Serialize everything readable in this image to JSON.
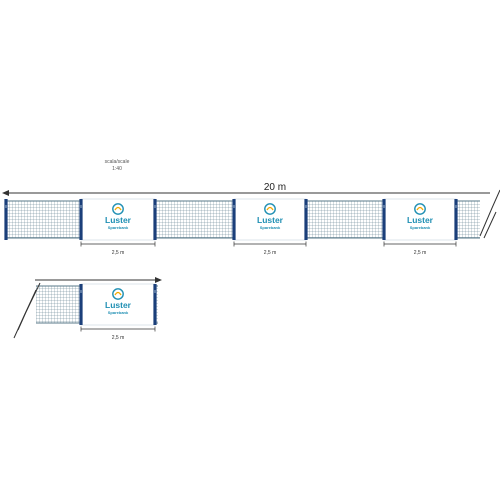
{
  "scale": {
    "label": "scala/scale",
    "value": "1:40"
  },
  "total_length": "20 m",
  "banner_width_label": "2,5 m",
  "brand": {
    "name": "Luster",
    "subtitle": "Sparebank",
    "color": "#1f8fb3",
    "accent": "#f2a900"
  },
  "colors": {
    "post": "#1b3f7a",
    "net": "#5a7a8a",
    "dimension": "#333333"
  }
}
